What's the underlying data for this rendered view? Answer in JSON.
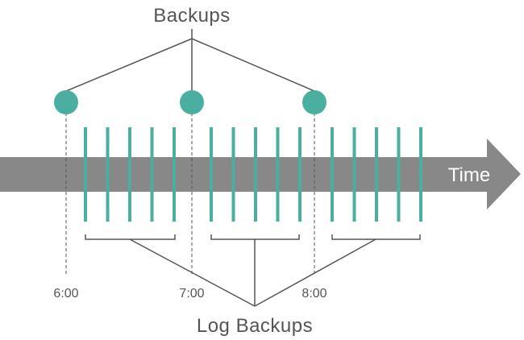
{
  "title": "Backups",
  "footer_label": "Log Backups",
  "arrow_label": "Time",
  "time_labels": [
    "6:00",
    "7:00",
    "8:00"
  ],
  "log_ticks_per_group": 5,
  "colors": {
    "accent": "#4aaea0",
    "arrow": "#888888",
    "line": "#555555",
    "text": "#555555"
  }
}
